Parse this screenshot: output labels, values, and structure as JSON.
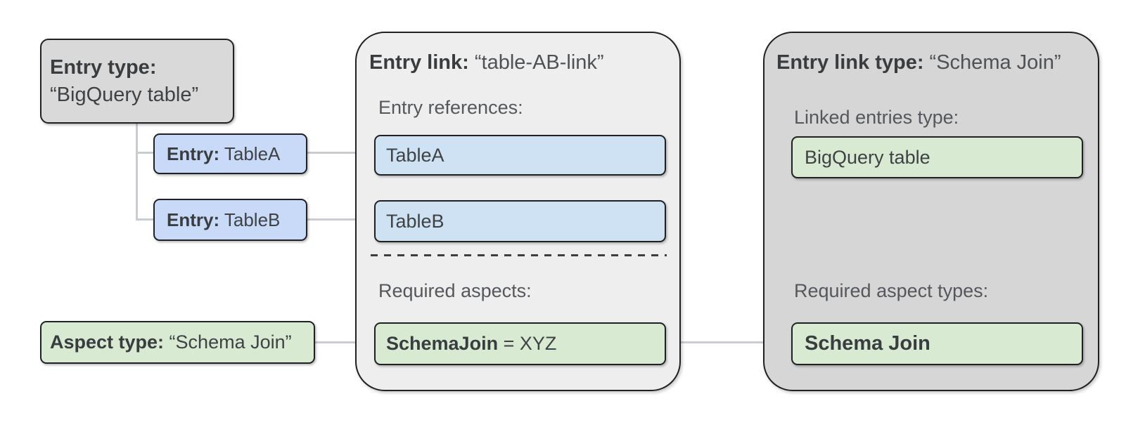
{
  "colors": {
    "background": "#ffffff",
    "gray_fill": "#d9d9d9",
    "mid_panel_fill": "#eeeeee",
    "right_panel_fill": "#d6d6d6",
    "blue_entry_fill": "#c9daf8",
    "blue_reference_fill": "#cfe2f3",
    "green_fill": "#d9ead3",
    "border": "#1f2124",
    "connector": "#c9cdd2"
  },
  "left_column": {
    "entry_type": {
      "bold": "Entry type:",
      "value": "“BigQuery table”"
    },
    "entries": [
      {
        "bold": "Entry:",
        "rest": " TableA"
      },
      {
        "bold": "Entry:",
        "rest": " TableB"
      }
    ],
    "aspect_type": {
      "bold": "Aspect type:",
      "rest": " “Schema Join”"
    }
  },
  "entry_link_panel": {
    "title_bold": "Entry link:",
    "title_rest": " “table-AB-link”",
    "entry_references_label": "Entry references:",
    "entry_references": [
      "TableA",
      "TableB"
    ],
    "required_aspects_label": "Required aspects:",
    "required_aspect": {
      "bold": "SchemaJoin",
      "rest": " = XYZ"
    }
  },
  "entry_link_type_panel": {
    "title_bold": "Entry link type:",
    "title_rest": " “Schema Join”",
    "linked_entries_label": "Linked entries type:",
    "linked_entry_type": "BigQuery table",
    "required_aspect_types_label": "Required aspect types:",
    "required_aspect_type": "Schema Join"
  }
}
